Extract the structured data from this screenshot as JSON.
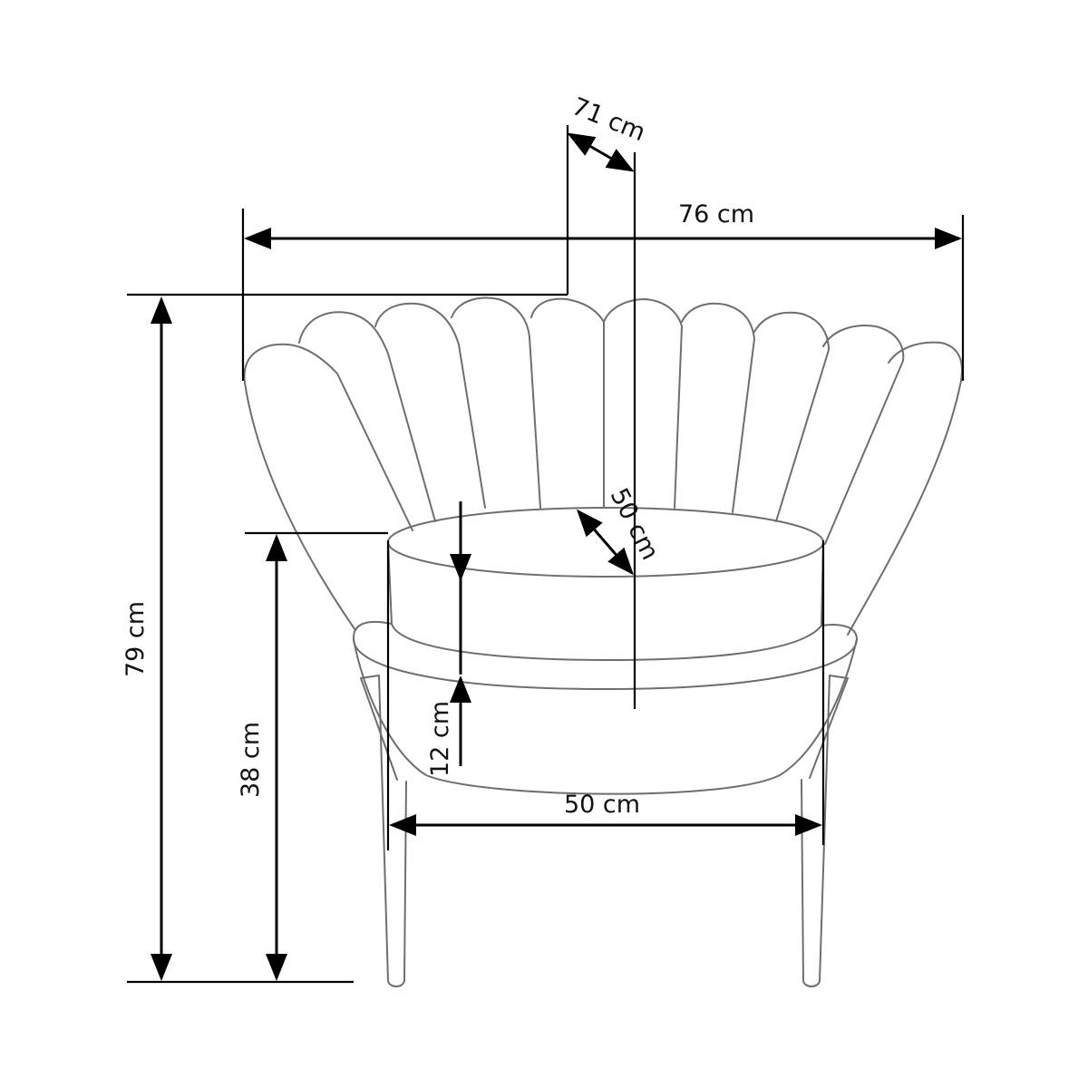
{
  "dimensions": {
    "overall_width": "76 cm",
    "depth": "71 cm",
    "overall_height": "79 cm",
    "seat_height": "38 cm",
    "cushion_thickness": "12 cm",
    "seat_width": "50 cm",
    "seat_depth": "50 cm"
  },
  "colors": {
    "outline": "#6e6e6e",
    "dimension_line": "#000000",
    "background": "#ffffff"
  }
}
